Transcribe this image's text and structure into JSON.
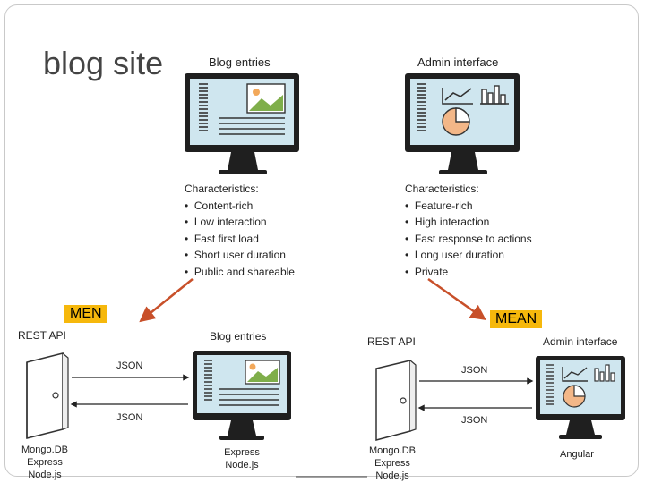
{
  "slide": {
    "title": "blog site"
  },
  "blog": {
    "monitor_title": "Blog entries",
    "characteristics_heading": "Characteristics:",
    "characteristics": [
      "Content-rich",
      "Low interaction",
      "Fast first load",
      "Short user duration",
      "Public and shareable"
    ],
    "stack_tag": "MEN"
  },
  "admin": {
    "monitor_title": "Admin interface",
    "characteristics_heading": "Characteristics:",
    "characteristics": [
      "Feature-rich",
      "High interaction",
      "Fast response to actions",
      "Long user duration",
      "Private"
    ],
    "stack_tag": "MEAN"
  },
  "men_diagram": {
    "rest_api_label": "REST API",
    "json_top": "JSON",
    "json_bottom": "JSON",
    "monitor_title": "Blog entries",
    "server_stack": [
      "Mongo.DB",
      "Express",
      "Node.js"
    ],
    "client_stack": [
      "Express",
      "Node.js"
    ]
  },
  "mean_diagram": {
    "rest_api_label": "REST API",
    "json_top": "JSON",
    "json_bottom": "JSON",
    "monitor_title": "Admin interface",
    "server_stack": [
      "Mongo.DB",
      "Express",
      "Node.js"
    ],
    "client_stack": [
      "Angular"
    ]
  },
  "colors": {
    "arrow": "#c8502a",
    "tag_bg": "#f6b80c",
    "screen": "#cfe6ef",
    "monitor": "#1f1f1f"
  }
}
